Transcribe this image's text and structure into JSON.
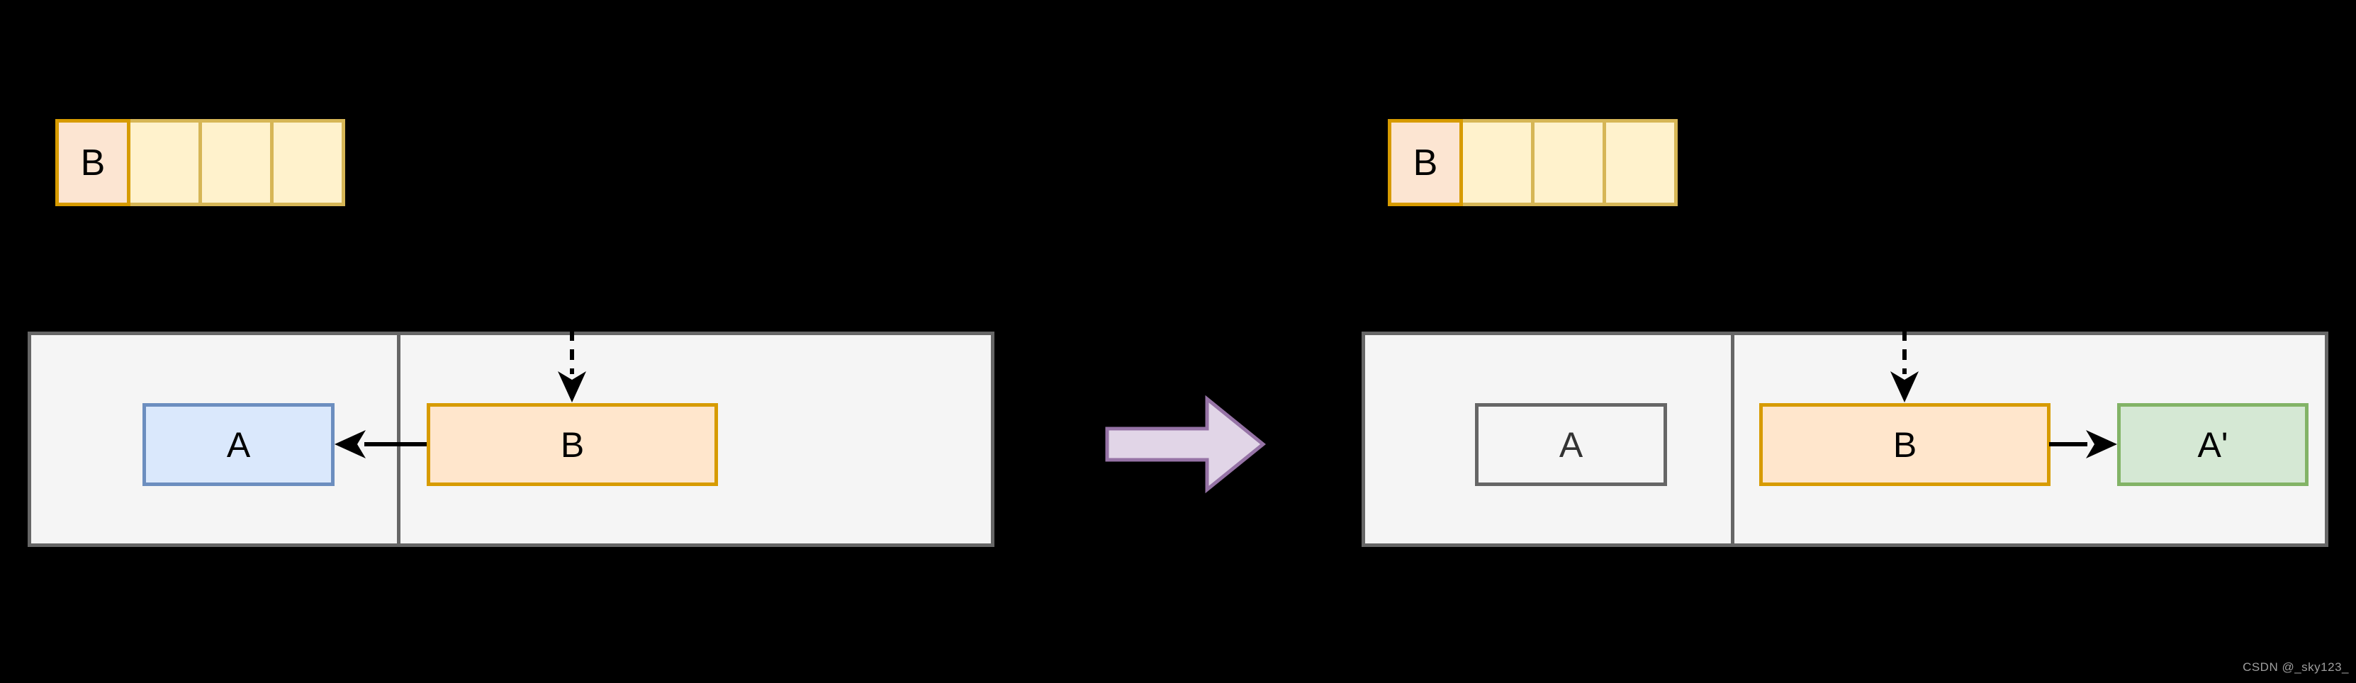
{
  "before": {
    "array": {
      "cells": [
        {
          "label": "B"
        },
        {
          "label": ""
        },
        {
          "label": ""
        },
        {
          "label": ""
        }
      ]
    },
    "nodes": {
      "a": "A",
      "b": "B"
    }
  },
  "after": {
    "array": {
      "cells": [
        {
          "label": "B"
        },
        {
          "label": ""
        },
        {
          "label": ""
        },
        {
          "label": ""
        }
      ]
    },
    "nodes": {
      "a": "A",
      "b": "B",
      "a_prime": "A'"
    }
  },
  "watermark": "CSDN @_sky123_",
  "colors": {
    "background": "#000000",
    "container_fill": "#F5F5F5",
    "container_border": "#666666",
    "orange_fill": "#FFE6CC",
    "orange_border": "#D79B00",
    "yellow_fill": "#FFF2CC",
    "yellow_border": "#D6B656",
    "blue_fill": "#DAE8FC",
    "blue_border": "#6C8EBF",
    "green_fill": "#D5E8D4",
    "green_border": "#82B366",
    "purple_fill": "#E1D5E7",
    "purple_border": "#9673A6",
    "arrow_color": "#000000",
    "watermark_color": "#9E9E9E"
  }
}
